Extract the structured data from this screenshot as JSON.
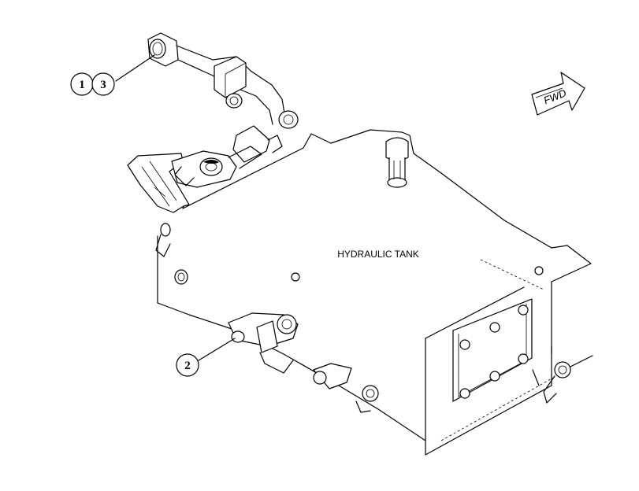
{
  "diagram": {
    "tank_label": "HYDRAULIC TANK",
    "direction_label": "FWD",
    "callouts": [
      {
        "id": "callout-1",
        "number": "1"
      },
      {
        "id": "callout-3",
        "number": "3"
      },
      {
        "id": "callout-2",
        "number": "2"
      }
    ]
  }
}
